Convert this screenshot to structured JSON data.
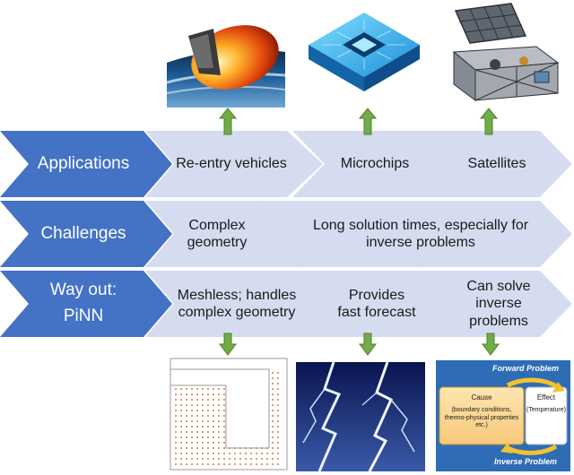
{
  "colors": {
    "header_fill": "#4472c4",
    "cell_fill": "#d6dcf0",
    "arrow_green": "#70ad47",
    "arrow_green_dark": "#507e32"
  },
  "rows": [
    {
      "header": [
        "Applications"
      ],
      "cells": [
        {
          "lines": [
            "Re-entry vehicles"
          ]
        },
        {
          "lines": [
            "Microchips"
          ]
        },
        {
          "lines": [
            "Satellites"
          ]
        }
      ]
    },
    {
      "header": [
        "Challenges"
      ],
      "cells": [
        {
          "lines": [
            "Complex",
            "geometry"
          ]
        },
        {
          "lines": [
            "Long solution times, especially for",
            "inverse problems"
          ]
        }
      ]
    },
    {
      "header": [
        "Way out:",
        "PiNN"
      ],
      "cells": [
        {
          "lines": [
            "Meshless; handles",
            "complex geometry"
          ]
        },
        {
          "lines": [
            "Provides",
            "fast forecast"
          ]
        },
        {
          "lines": [
            "Can solve",
            "inverse",
            "problems"
          ]
        }
      ]
    }
  ],
  "inverse_figure": {
    "cause_title": "Cause",
    "cause_detail": [
      "(boundary conditions,",
      "thermo-physical properties",
      "etc.)"
    ],
    "effect_title": "Effect",
    "effect_detail": "(Temperature)",
    "forward_label": "Forward Problem",
    "inverse_label": "Inverse Problem"
  },
  "icons": [
    "reentry-capsule-image",
    "microchip-image",
    "satellite-image",
    "mesh-points-image",
    "lightning-image",
    "inverse-problem-diagram"
  ]
}
